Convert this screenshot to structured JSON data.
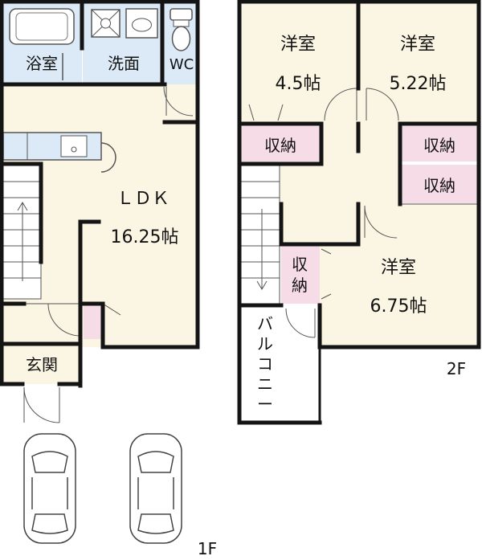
{
  "floor_1": {
    "label": "1F",
    "rooms": {
      "bath": "浴室",
      "washroom": "洗面",
      "wc": "WC",
      "ldk_name": "ＬＤＫ",
      "ldk_size": "16.25帖",
      "entrance": "玄関"
    }
  },
  "floor_2": {
    "label": "2F",
    "rooms": {
      "western_a_name": "洋室",
      "western_a_size": "4.5帖",
      "western_b_name": "洋室",
      "western_b_size": "5.22帖",
      "western_c_name": "洋室",
      "western_c_size": "6.75帖",
      "storage_1": "収納",
      "storage_2": "収納",
      "storage_3": "収納",
      "storage_4_line1": "収",
      "storage_4_line2": "納",
      "balcony_chars": [
        "バ",
        "ル",
        "コ",
        "ニ",
        "ー"
      ]
    }
  },
  "colors": {
    "wet_area": "#dceaf7",
    "floor": "#fbf5e3",
    "storage": "#f6dce6",
    "wall": "#141414",
    "thin_line": "#555555"
  }
}
